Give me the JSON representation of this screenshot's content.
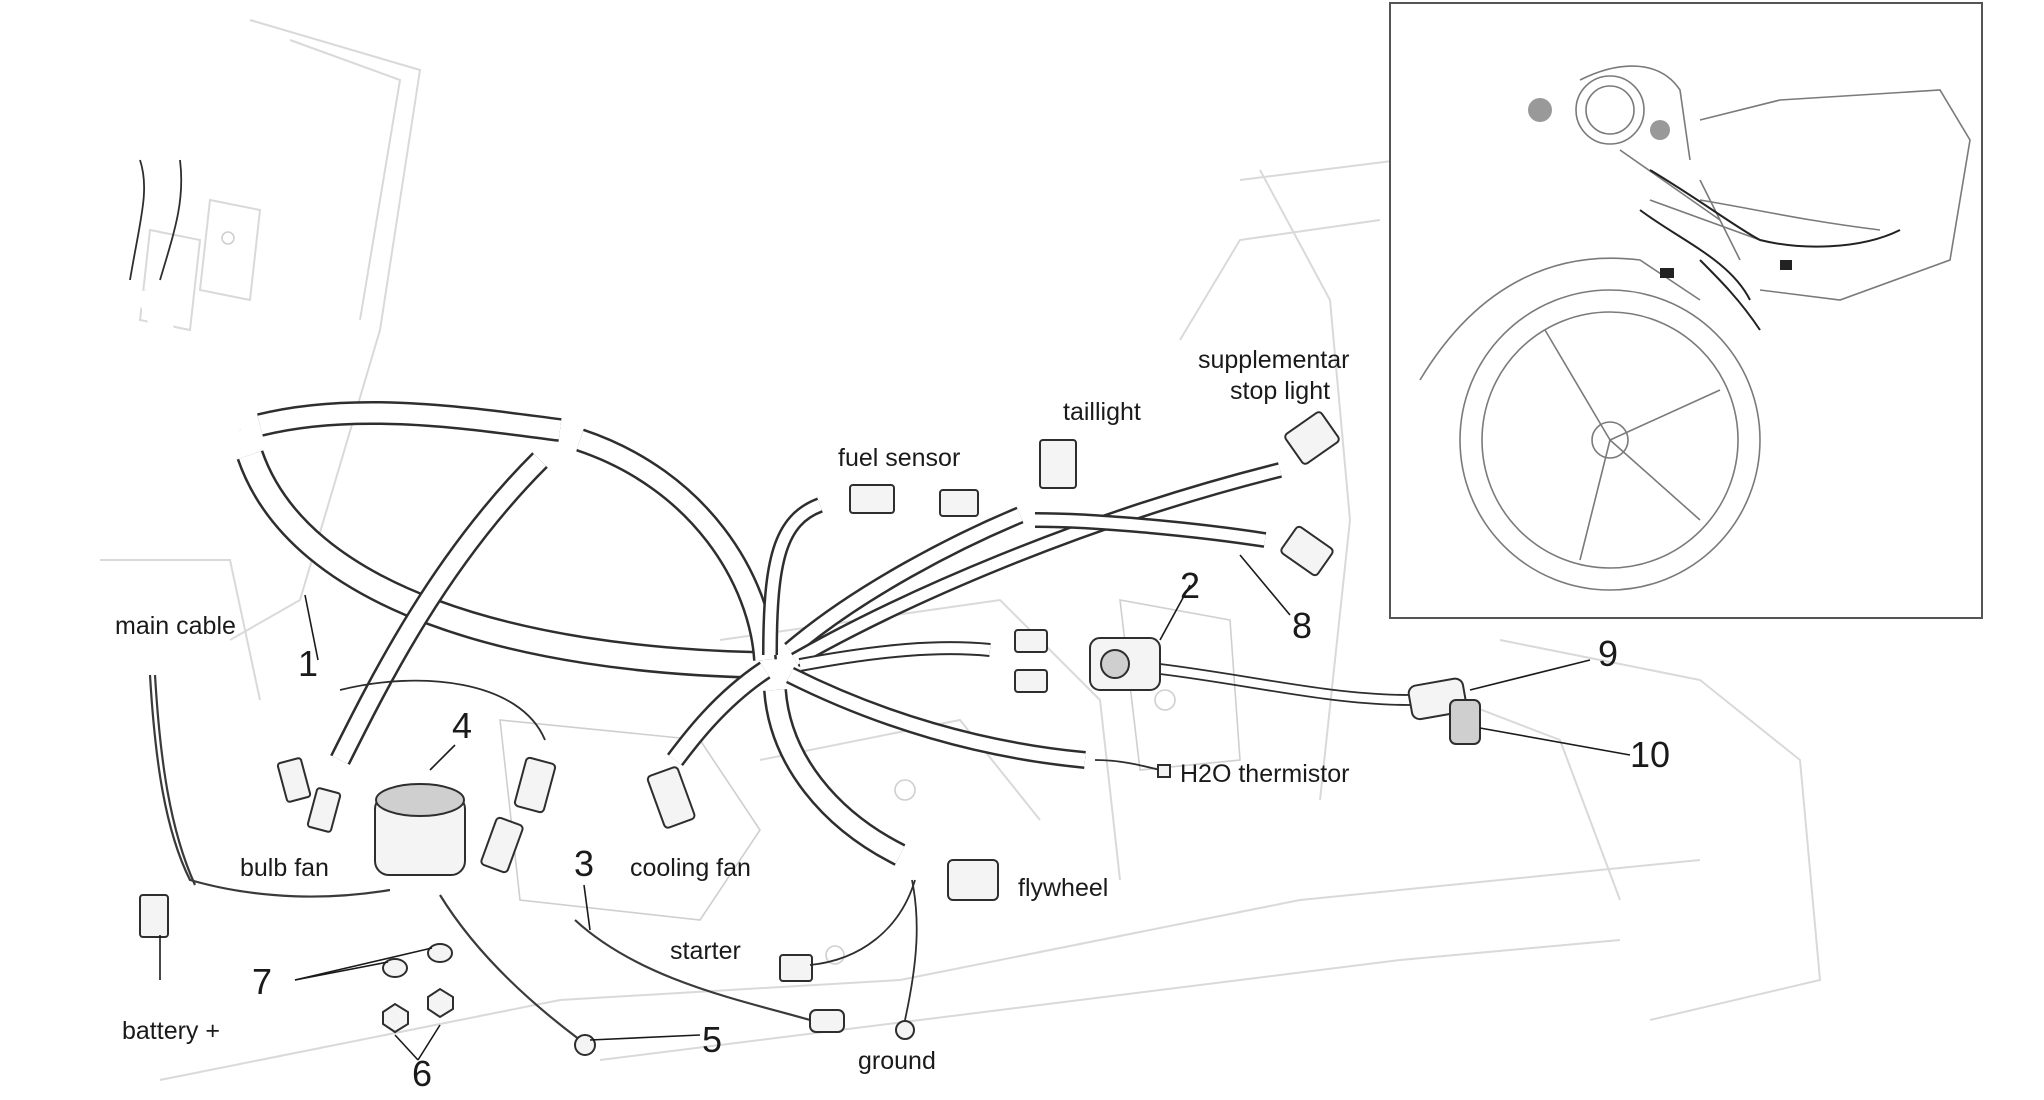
{
  "labels": {
    "main_cable": "main cable",
    "battery_plus": "battery +",
    "bulb_fan": "bulb fan",
    "cooling_fan": "cooling fan",
    "starter": "starter",
    "ground": "ground",
    "flywheel": "flywheel",
    "h2o_thermistor": "H2O thermistor",
    "fuel_sensor": "fuel sensor",
    "taillight": "taillight",
    "supplementar_line1": "supplementar",
    "supplementar_line2": "stop light"
  },
  "part_numbers": {
    "n1": "1",
    "n2": "2",
    "n3": "3",
    "n4": "4",
    "n5": "5",
    "n6": "6",
    "n7": "7",
    "n8": "8",
    "n9": "9",
    "n10": "10"
  },
  "colors": {
    "ink": "#2e2e2e",
    "ghost_frame": "#d9d9d9",
    "inset_border": "#555555"
  }
}
